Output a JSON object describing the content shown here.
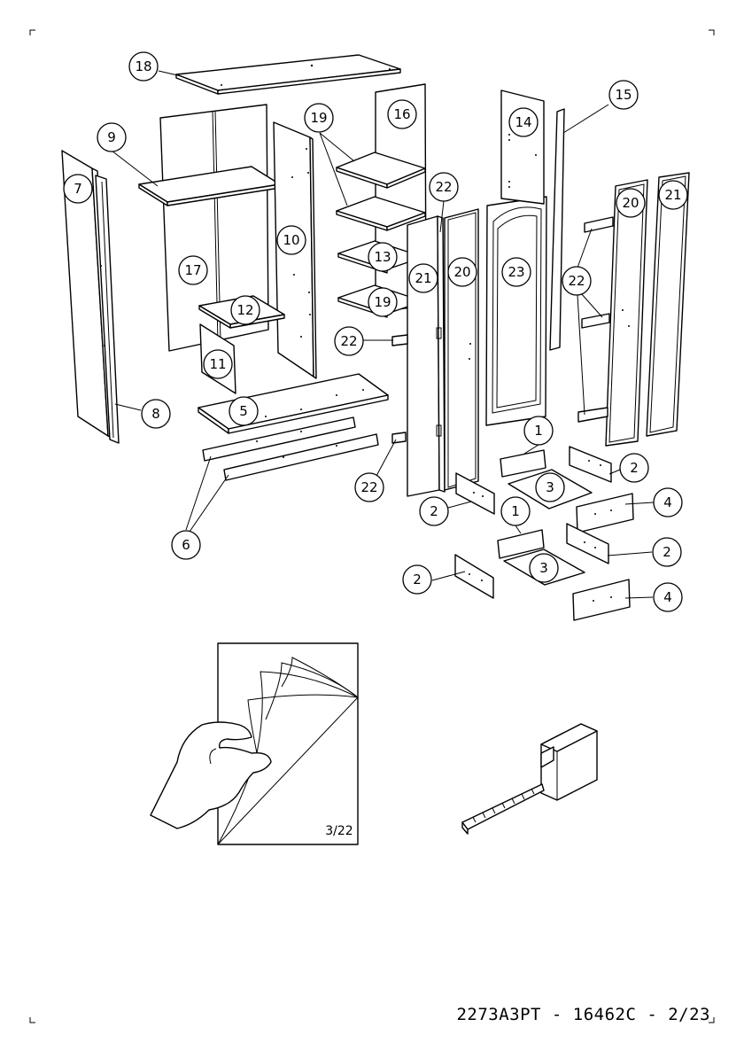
{
  "footer": {
    "code": "2273A3PT  -  16462C  -  2/23"
  },
  "booklet_page_indicator": "3/22",
  "callouts": {
    "c18": "18",
    "c16": "16",
    "c19a": "19",
    "c9": "9",
    "c7": "7",
    "c10": "10",
    "c17": "17",
    "c12": "12",
    "c11": "11",
    "c8": "8",
    "c5": "5",
    "c6": "6",
    "c13": "13",
    "c19b": "19",
    "c22a": "22",
    "c22b": "22",
    "c22c": "22",
    "c21a": "21",
    "c20a": "20",
    "c23": "23",
    "c14": "14",
    "c15": "15",
    "c20b": "20",
    "c21b": "21",
    "c22d": "22",
    "c1a": "1",
    "c2a": "2",
    "c3a": "3",
    "c4a": "4",
    "c2b": "2",
    "c1b": "1",
    "c2c": "2",
    "c3b": "3",
    "c2d": "2",
    "c4b": "4"
  }
}
